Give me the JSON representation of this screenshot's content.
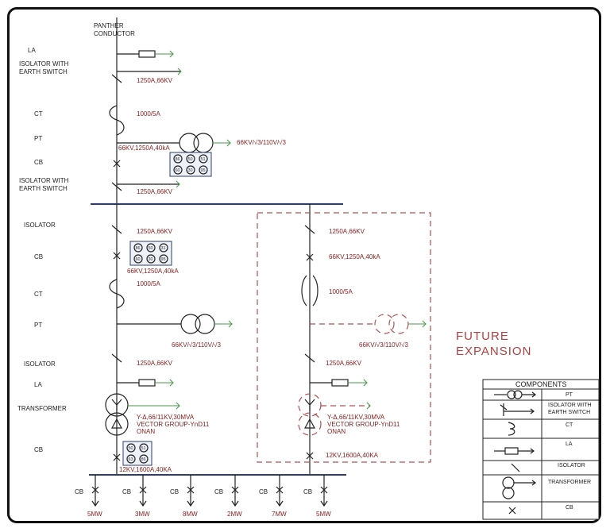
{
  "labels": {
    "panther": [
      "PANTHER",
      "CONDUCTOR"
    ],
    "la_top": "LA",
    "iso_earth_1": [
      "ISOLATOR WITH",
      "EARTH SWITCH"
    ],
    "ct_top": "CT",
    "pt_top": "PT",
    "cb_top": "CB",
    "iso_earth_2": [
      "ISOLATOR WITH",
      "EARTH SWITCH"
    ],
    "isolator_1": "ISOLATOR",
    "cb_mid": "CB",
    "ct_mid": "CT",
    "pt_mid": "PT",
    "isolator_2": "ISOLATOR",
    "la_mid": "LA",
    "transformer": "TRANSFORMER",
    "cb_low": "CB"
  },
  "values": {
    "iso1_rating": "1250A,66KV",
    "ct1_ratio": "1000/5A",
    "pt1_ratio": "66KV/√3/110V/√3",
    "cb1_rating": "66KV,1250A,40kA",
    "iso2_rating": "1250A,66KV",
    "iso3_rating": "1250A,66KV",
    "cb2_rating": "66KV,1250A,40kA",
    "ct2_ratio": "1000/5A",
    "pt2_ratio": "66KV/√3/110V/√3",
    "iso4_rating": "1250A,66KV",
    "tr_line1": "Y-Δ,66/11KV,30MVA",
    "tr_line2": "VECTOR GROUP-YnD11",
    "tr_line3": "ONAN",
    "cb3_rating": "12KV,1600A,40KA",
    "f_iso1": "1250A,66KV",
    "f_cb": "66KV,1250A,40kA",
    "f_ct": "1000/5A",
    "f_pt": "66KV/√3/110V/√3",
    "f_iso2": "1250A,66KV",
    "f_tr_line1": "Y-Δ,66/11KV,30MVA",
    "f_tr_line2": "VECTOR GROUP-YnD11",
    "f_tr_line3": "ONAN",
    "f_cb2": "12KV,1600A,40KA"
  },
  "relays_a": [
    "86",
    "50",
    "51",
    "60",
    "30",
    "95"
  ],
  "relays_b": [
    "86",
    "50",
    "31",
    "60",
    "30",
    "95"
  ],
  "relays_c": [
    "50",
    "51",
    "63",
    "86"
  ],
  "future": [
    "FUTURE",
    "EXPANSION"
  ],
  "feeders": [
    {
      "cb": "CB",
      "load": "5MW"
    },
    {
      "cb": "CB",
      "load": "3MW"
    },
    {
      "cb": "CB",
      "load": "8MW"
    },
    {
      "cb": "CB",
      "load": "2MW"
    },
    {
      "cb": "CB",
      "load": "7MW"
    },
    {
      "cb": "CB",
      "load": "5MW"
    }
  ],
  "legend": {
    "title": "COMPONENTS",
    "rows": [
      "PT",
      "ISOLATOR WITH EARTH SWITCH",
      "CT",
      "LA",
      "ISOLATOR",
      "TRANSFORMER",
      "CB"
    ]
  },
  "colors": {
    "value_text": "#8a2020",
    "future_box": "#b05050",
    "arrow": "#4a9a4a",
    "bus": "#2c3e6a"
  }
}
